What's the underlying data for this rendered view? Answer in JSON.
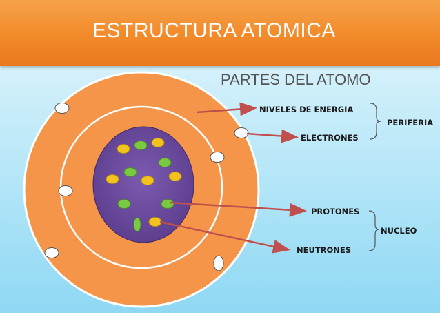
{
  "slide": {
    "title": "ESTRUCTURA ATOMICA",
    "subtitle": "PARTES DEL ATOMO"
  },
  "labels": {
    "energy_levels": "NIVELES DE ENERGIA",
    "electrons": "ELECTRONES",
    "protons": "PROTONES",
    "neutrons": "NEUTRONES"
  },
  "groups": {
    "periphery": "PERIFERIA",
    "nucleus": "NUCLEO"
  },
  "colors": {
    "title_bar": "#f28a2a",
    "orbit_fill": "#f4954a",
    "nucleus_fill": "#6a4a9c",
    "proton": "#7ac943",
    "neutron": "#f2c21f",
    "electron": "#ffffff",
    "arrow": "#c0504d",
    "background": "#bfeaf9"
  }
}
